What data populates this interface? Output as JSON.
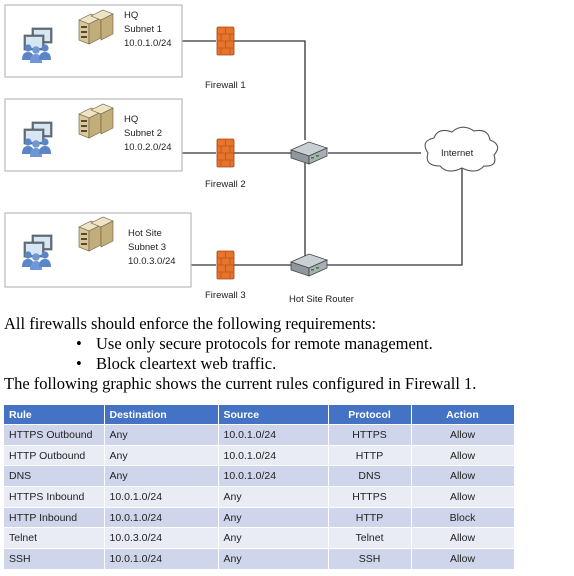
{
  "diagram": {
    "sites": [
      {
        "name": "HQ",
        "subnet": "Subnet 1",
        "network": "10.0.1.0/24"
      },
      {
        "name": "HQ",
        "subnet": "Subnet 2",
        "network": "10.0.2.0/24"
      },
      {
        "name": "Hot Site",
        "subnet": "Subnet 3",
        "network": "10.0.3.0/24"
      }
    ],
    "firewalls": [
      "Firewall 1",
      "Firewall 2",
      "Firewall 3"
    ],
    "router_label": "Hot Site Router",
    "internet_label": "Internet",
    "colors": {
      "firewall": "#e8732a",
      "router": "#9aa3a8",
      "line": "#333333",
      "box_border": "#b9b9b9"
    }
  },
  "requirements": {
    "intro": "All firewalls should enforce the following requirements:",
    "items": [
      "Use only secure protocols for remote management.",
      "Block cleartext web traffic."
    ],
    "table_caption": "The following graphic shows the current rules configured in Firewall 1."
  },
  "rules_table": {
    "headers": [
      "Rule",
      "Destination",
      "Source",
      "Protocol",
      "Action"
    ],
    "header_color": "#4472c4",
    "rows": [
      [
        "HTTPS Outbound",
        "Any",
        "10.0.1.0/24",
        "HTTPS",
        "Allow"
      ],
      [
        "HTTP Outbound",
        "Any",
        "10.0.1.0/24",
        "HTTP",
        "Allow"
      ],
      [
        "DNS",
        "Any",
        "10.0.1.0/24",
        "DNS",
        "Allow"
      ],
      [
        "HTTPS Inbound",
        "10.0.1.0/24",
        "Any",
        "HTTPS",
        "Allow"
      ],
      [
        "HTTP Inbound",
        "10.0.1.0/24",
        "Any",
        "HTTP",
        "Block"
      ],
      [
        "Telnet",
        "10.0.3.0/24",
        "Any",
        "Telnet",
        "Allow"
      ],
      [
        "SSH",
        "10.0.1.0/24",
        "Any",
        "SSH",
        "Allow"
      ]
    ]
  }
}
